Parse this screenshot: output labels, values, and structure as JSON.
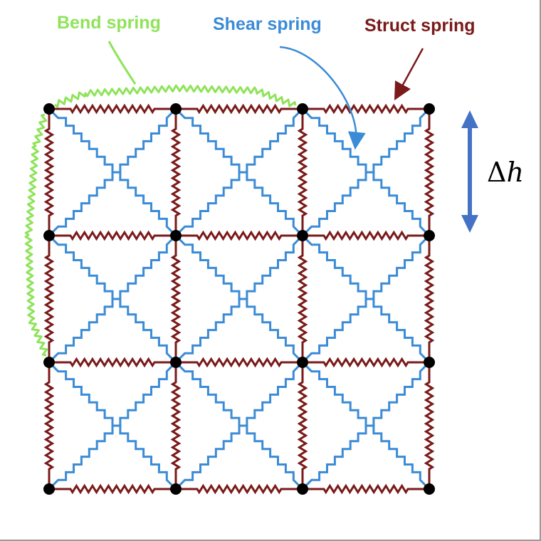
{
  "labels": {
    "bend": "Bend spring",
    "shear": "Shear spring",
    "struct": "Struct spring"
  },
  "delta": {
    "symbol": "Δ",
    "variable": "h"
  },
  "colors": {
    "bend": "#8fe35a",
    "shear": "#3b8bd6",
    "struct": "#7a1a1a",
    "node": "#000000",
    "delta_arrow": "#4472c4"
  },
  "grid": {
    "nodes_per_side": 4,
    "cells_per_side": 3
  }
}
